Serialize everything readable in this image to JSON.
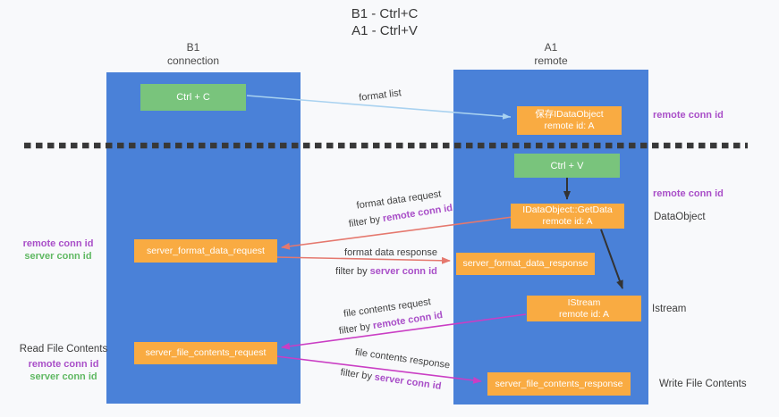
{
  "title": {
    "line1": "B1 - Ctrl+C",
    "line2": "A1 - Ctrl+V"
  },
  "columns": {
    "left": {
      "header_line1": "B1",
      "header_line2": "connection"
    },
    "right": {
      "header_line1": "A1",
      "header_line2": "remote"
    }
  },
  "nodes": {
    "ctrl_c": "Ctrl + C",
    "ctrl_v": "Ctrl + V",
    "save_dataobject": {
      "line1": "保存IDataObject",
      "line2": "remote id: A"
    },
    "getdata": {
      "line1": "IDataObject::GetData",
      "line2": "remote id: A"
    },
    "istream": {
      "line1": "IStream",
      "line2": "remote id: A"
    },
    "server_format_data_request": "server_format_data_request",
    "server_format_data_response": "server_format_data_response",
    "server_file_contents_request": "server_file_contents_request",
    "server_file_contents_response": "server_file_contents_response"
  },
  "edge_labels": {
    "format_list": "format list",
    "format_data_request": "format data request",
    "format_data_response": "format data response",
    "file_contents_request": "file contents request",
    "file_contents_response": "file contents response",
    "filter_by": "filter by ",
    "remote_conn_id": "remote conn id",
    "server_conn_id": "server conn id"
  },
  "side_labels": {
    "remote_conn_id": "remote conn id",
    "server_conn_id": "server conn id",
    "dataobject": "DataObject",
    "istream": "Istream",
    "read_file_contents": "Read File Contents",
    "write_file_contents": "Write File Contents"
  },
  "colors": {
    "background": "#f8f9fb",
    "column_blue": "#4a81d8",
    "node_green": "#79c47c",
    "node_orange": "#f9ab42",
    "purple_label": "#a94fc8",
    "green_label": "#5fb862",
    "arrow_salmon": "#e5786e",
    "arrow_magenta": "#ca3ec4",
    "arrow_lightblue": "#a9d2f0",
    "arrow_black": "#333333",
    "divider_dash": "#383838"
  }
}
